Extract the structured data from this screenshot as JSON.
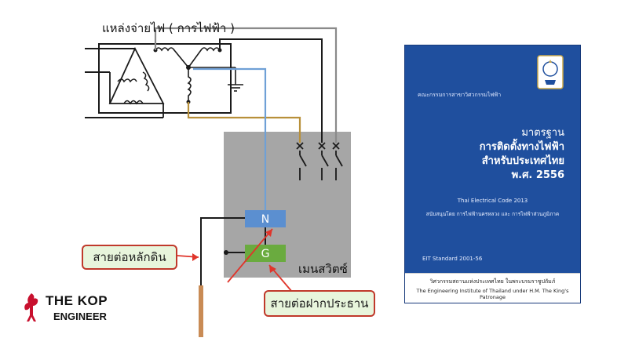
{
  "diagram": {
    "source_title": "แหล่งจ่ายไฟ ( การไฟฟ้า )",
    "neutral_bar": "N",
    "ground_bar": "G",
    "main_switch_label": "เมนสวิตซ์",
    "ground_rod_label": "สายต่อหลักดิน",
    "bonding_label": "สายต่อฝากประธาน",
    "colors": {
      "wire_black": "#1a1a1a",
      "wire_gray": "#8a8a8a",
      "wire_blue": "#6fa0d6",
      "wire_brown": "#b8903a",
      "panel_gray": "#a6a6a6",
      "neutral_bar": "#5b8fd0",
      "ground_bar": "#6aab3f",
      "callout_border": "#c0392b",
      "callout_fill": "#e8f5dc",
      "arrow_red": "#e0352b",
      "rod_copper": "#c98b55"
    }
  },
  "logo": {
    "line1": "THE KOP",
    "line2": "ENGINEER",
    "color": "#c8102e"
  },
  "book": {
    "committee": "คณะกรรมการสาขาวิศวกรรมไฟฟ้า",
    "title_line1": "มาตรฐาน",
    "title_line2": "การติดตั้งทางไฟฟ้า",
    "title_line3": "สำหรับประเทศไทย",
    "title_line4": "พ.ศ. 2556",
    "code": "Thai Electrical Code 2013",
    "support": "สนับสนุนโดย การไฟฟ้านครหลวง และ การไฟฟ้าส่วนภูมิภาค",
    "standard": "EIT Standard    2001-56",
    "institute_th": "วิศวกรรมสถานแห่งประเทศไทย ในพระบรมราชูปถัมภ์",
    "institute_en": "The Engineering Institute of Thailand under H.M. The King's Patronage",
    "cover_color": "#1f4f9e"
  }
}
